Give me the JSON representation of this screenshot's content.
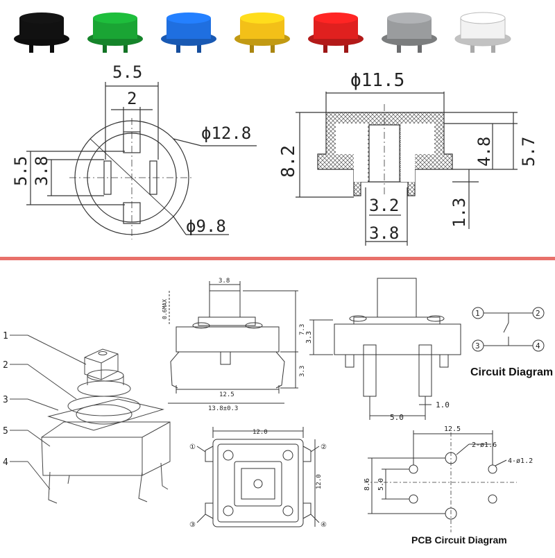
{
  "caps": {
    "colors": [
      "#111111",
      "#1aa534",
      "#1f6fe0",
      "#f3c018",
      "#e0201f",
      "#9a9c9e",
      "#f2f2f2"
    ],
    "names": [
      "black-cap",
      "green-cap",
      "blue-cap",
      "yellow-cap",
      "red-cap",
      "gray-cap",
      "white-cap"
    ]
  },
  "accent": "#e8706a",
  "top_view": {
    "dim_width_outer": "5.5",
    "dim_width_inner": "2",
    "dim_height_outer": "5.5",
    "dim_height_inner": "3.8",
    "dim_diameter_outer": "ϕ12.8",
    "dim_diameter_inner": "ϕ9.8"
  },
  "section_view": {
    "dim_top_diameter": "ϕ11.5",
    "dim_total_height": "8.2",
    "dim_h1": "4.8",
    "dim_h2": "5.7",
    "dim_h3": "1.3",
    "dim_bore_inner": "3.2",
    "dim_bore_outer": "3.8"
  },
  "exploded": {
    "callouts": [
      "1",
      "2",
      "3",
      "5",
      "4"
    ]
  },
  "front_view": {
    "dim_top": "3.8",
    "dim_max": "0.6MAX",
    "dim_right": "7.3",
    "dim_right_lower": "3.3",
    "dim_bottom_inner": "12.5",
    "dim_bottom_outer": "13.8±0.3"
  },
  "side_view": {
    "dim_left": "3.3",
    "dim_pin": "1.0",
    "dim_spacing": "5.0"
  },
  "circuit": {
    "title": "Circuit Diagram",
    "pins": [
      "1",
      "2",
      "3",
      "4"
    ]
  },
  "bottom_view": {
    "dim_top": "12.0",
    "dim_right": "12.0",
    "pins": [
      "①",
      "②",
      "③",
      "④"
    ]
  },
  "pcb": {
    "title": "PCB Circuit Diagram",
    "dim_top": "12.5",
    "dim_big_hole": "2-ø1.6",
    "dim_small_hole": "4-ø1.2",
    "dim_left_outer": "8.6",
    "dim_left_inner": "5.0"
  }
}
